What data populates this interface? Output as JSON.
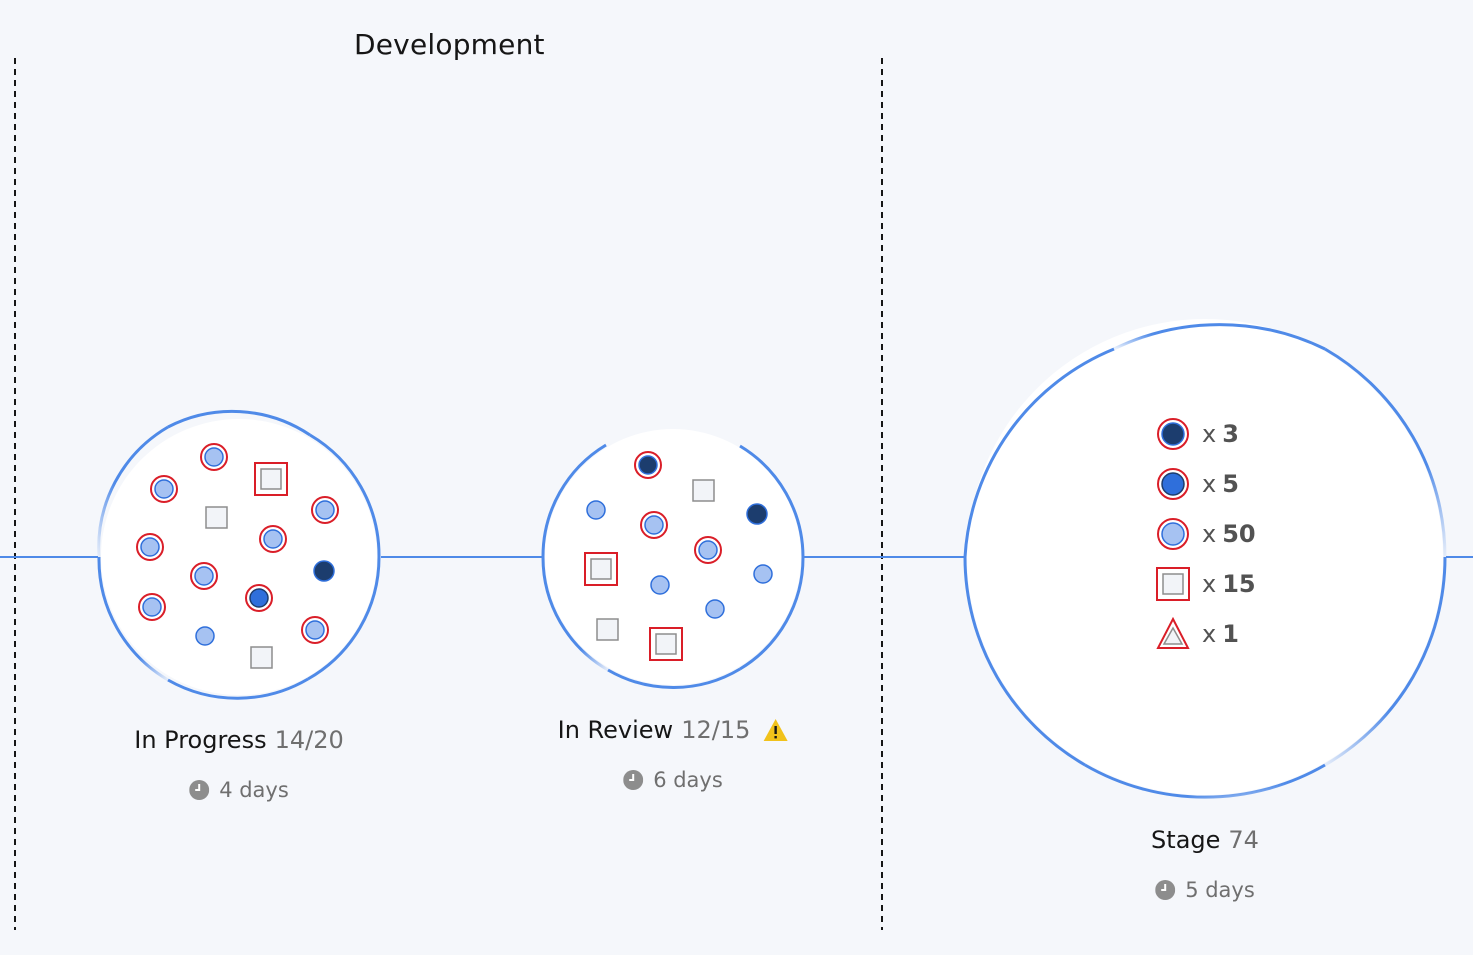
{
  "title": "Development",
  "colors": {
    "background": "#f5f7fb",
    "track": "#4f8ae8",
    "ring_red": "#da1e28",
    "light_blue": "#a6c2f2",
    "mid_blue": "#2f6fdb",
    "dark_navy": "#1c3d6e",
    "grey_square": "#c6cbd1",
    "warning": "#f1c21b",
    "clock": "#8d8d8d"
  },
  "columns": [
    {
      "label": "In Progress",
      "count": "14/20",
      "time": "4 days",
      "warning": false
    },
    {
      "label": "In Review",
      "count": "12/15",
      "time": "6 days",
      "warning": true
    },
    {
      "label": "Stage",
      "count": "74",
      "time": "5 days",
      "warning": false,
      "legend": [
        {
          "icon": "dark-dot-ringed-icon",
          "prefix": "x",
          "count": "3"
        },
        {
          "icon": "blue-dot-ringed-icon",
          "prefix": "x",
          "count": "5"
        },
        {
          "icon": "light-dot-ringed-icon",
          "prefix": "x",
          "count": "50"
        },
        {
          "icon": "square-ringed-icon",
          "prefix": "x",
          "count": "15"
        },
        {
          "icon": "triangle-ringed-icon",
          "prefix": "x",
          "count": "1"
        }
      ]
    }
  ]
}
